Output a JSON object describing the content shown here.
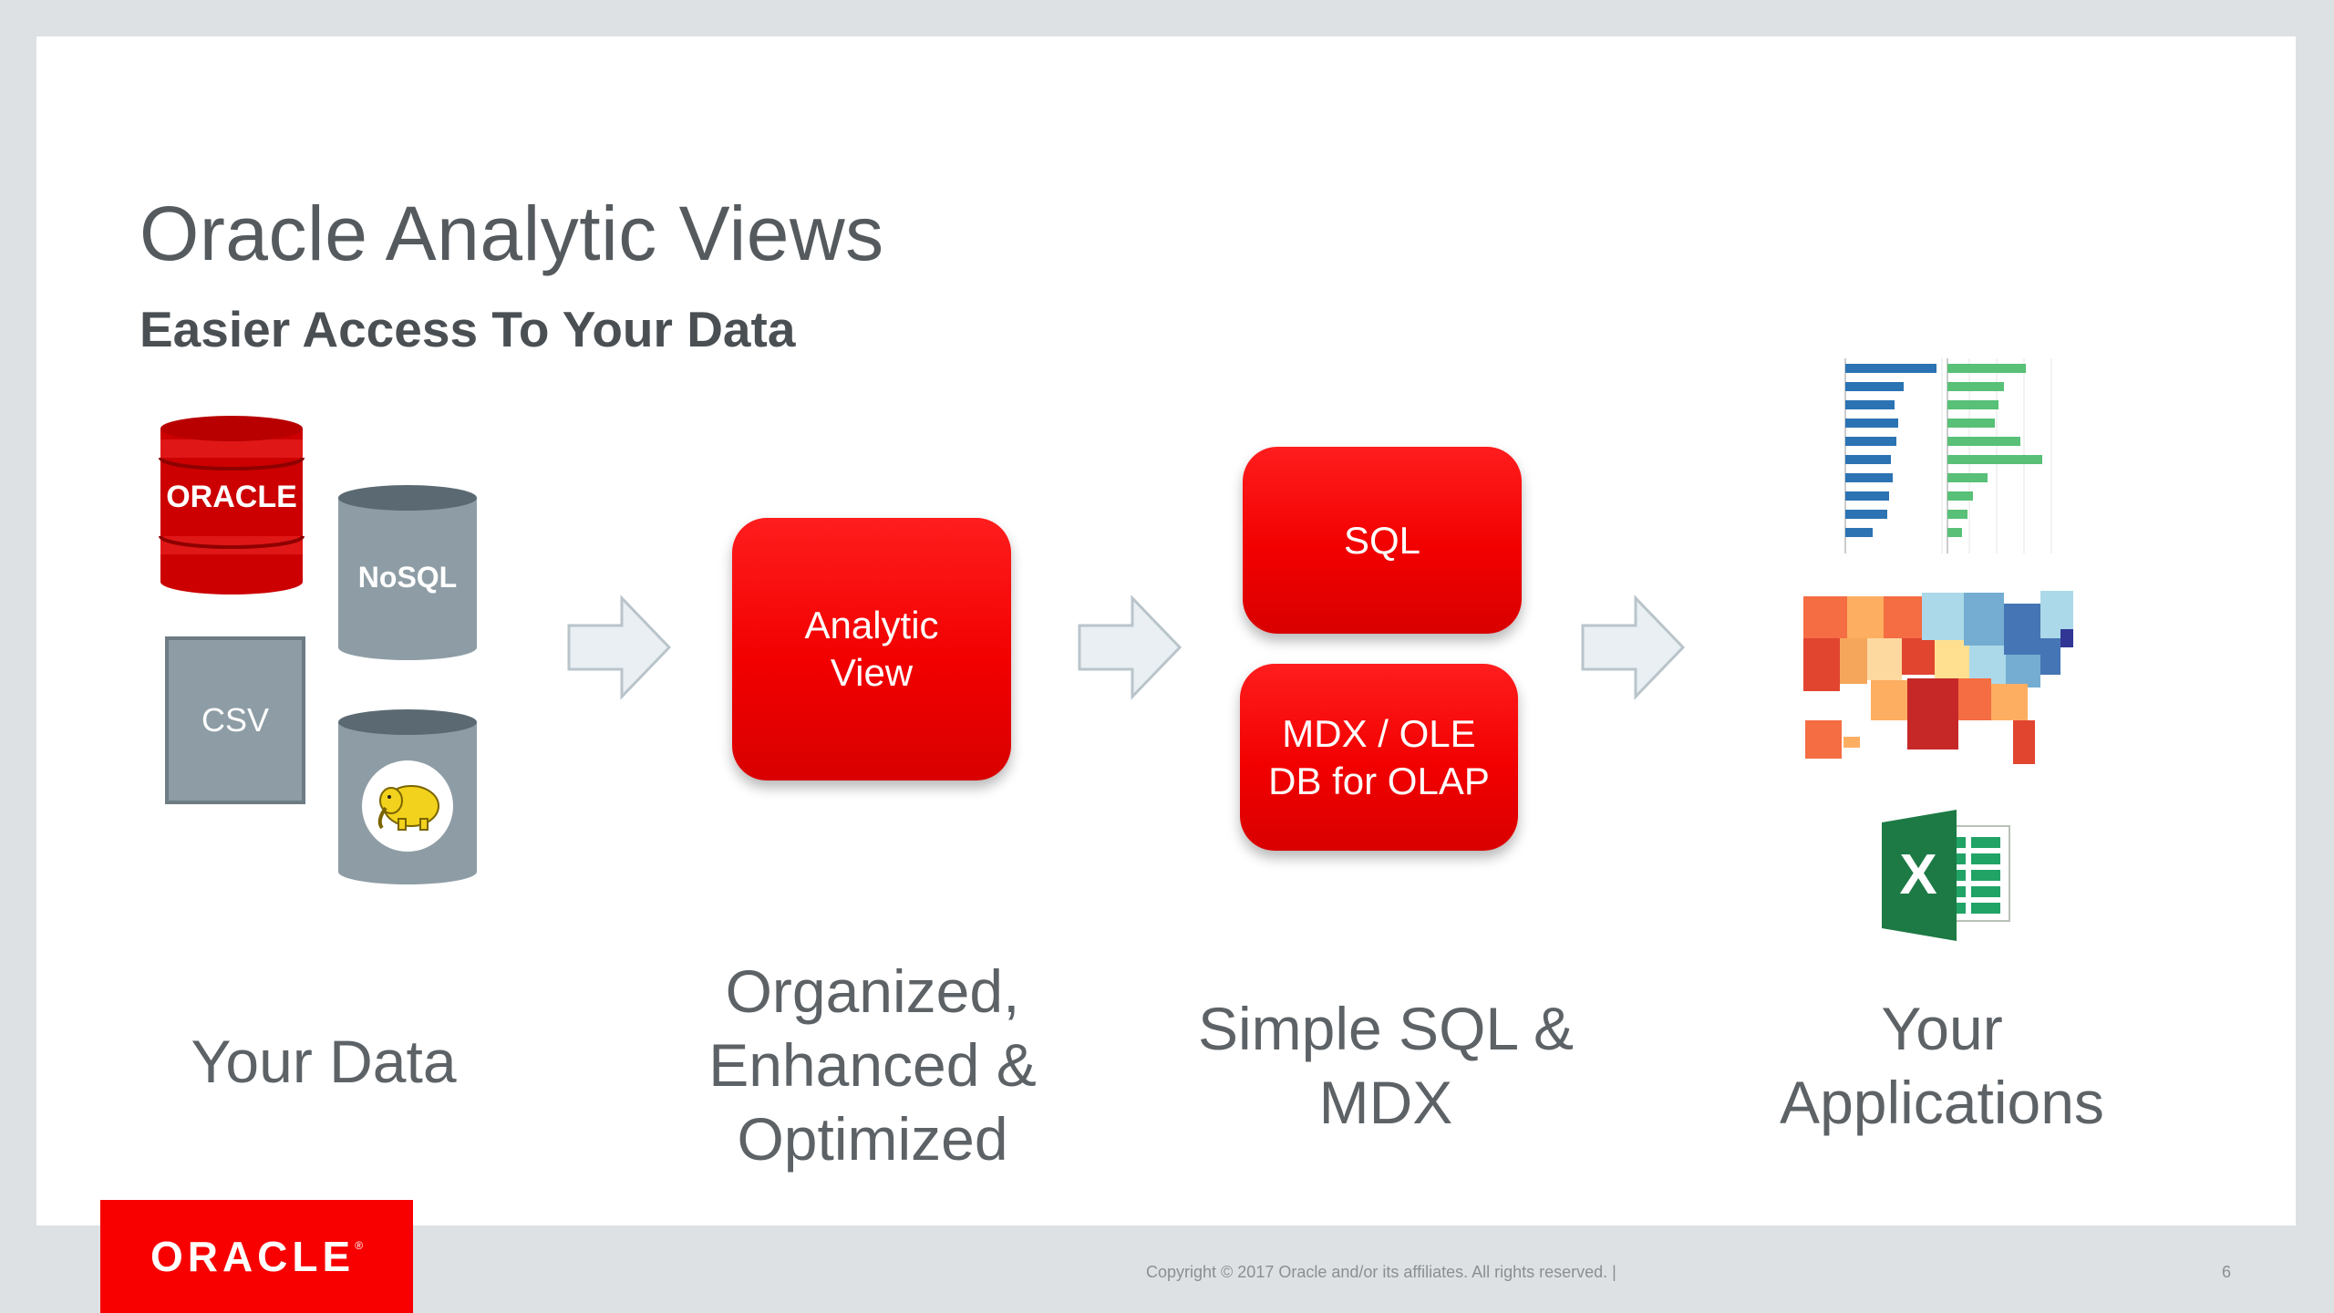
{
  "title": "Oracle Analytic Views",
  "subtitle": "Easier Access To Your Data",
  "sources": {
    "oracle_label": "ORACLE",
    "nosql_label": "NoSQL",
    "csv_label": "CSV"
  },
  "analytic_view_label": [
    "Analytic",
    "View"
  ],
  "interfaces": {
    "sql_label": "SQL",
    "mdx_label": [
      "MDX / OLE",
      "DB for OLAP"
    ]
  },
  "stages": [
    {
      "label": [
        "Your Data"
      ]
    },
    {
      "label": [
        "Organized,",
        "Enhanced &",
        "Optimized"
      ]
    },
    {
      "label": [
        "Simple SQL &",
        "MDX"
      ]
    },
    {
      "label": [
        "Your",
        "Applications"
      ]
    }
  ],
  "apps": {
    "excel_letter": "X",
    "app_icons": [
      "bar-chart-thumbnail",
      "us-heatmap-thumbnail",
      "excel-icon"
    ]
  },
  "footer": {
    "logo_text": "ORACLE",
    "logo_mark": "®",
    "copyright": "Copyright © 2017 Oracle and/or its affiliates. All rights reserved.  |",
    "page_number": "6"
  },
  "colors": {
    "oracle_red": "#f80000",
    "gray_db": "#8e9da5",
    "text_gray": "#555a5e",
    "arrow_fill": "#e9eff3"
  }
}
